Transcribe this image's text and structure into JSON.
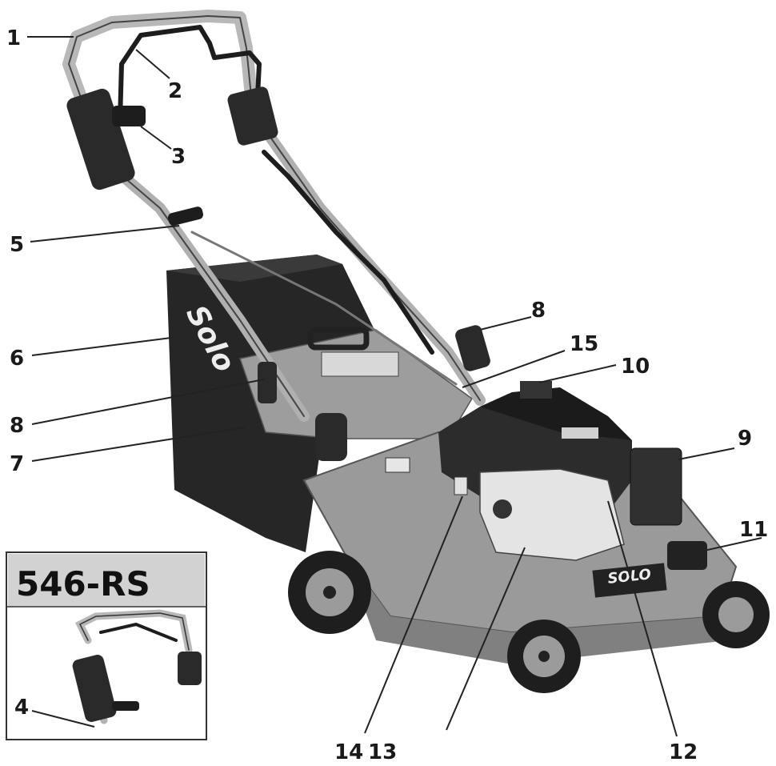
{
  "callouts": {
    "c1": "1",
    "c2": "2",
    "c3": "3",
    "c4": "4",
    "c5": "5",
    "c6": "6",
    "c7": "7",
    "c8a": "8",
    "c8b": "8",
    "c9": "9",
    "c10": "10",
    "c11": "11",
    "c12": "12",
    "c13": "13",
    "c14": "14",
    "c15": "15"
  },
  "inset": {
    "title": "546-RS"
  },
  "brand": {
    "bag_logo": "Solo",
    "plate": "SOLO"
  },
  "colors": {
    "deck": "#9a9a9a",
    "bag": "#2a2a2a",
    "engine": "#3a3a3a",
    "handle": "#b5b5b5"
  }
}
